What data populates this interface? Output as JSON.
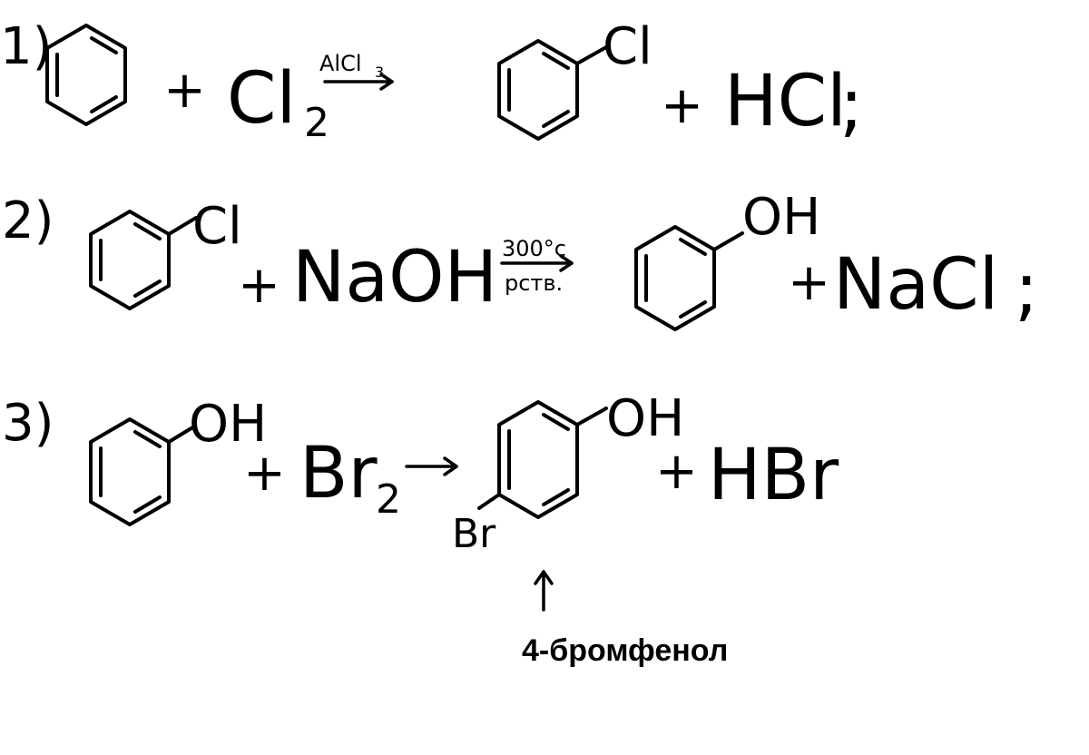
{
  "reaction1": {
    "number": "1)",
    "plus1": "+",
    "reagent": "Cl",
    "reagent_sub": "2",
    "catalyst": "AlCl",
    "catalyst_sub": "3",
    "product_sub": "Cl",
    "plus2": "+",
    "byproduct": "HCl",
    "end": ";"
  },
  "reaction2": {
    "number": "2)",
    "reactant_sub": "Cl",
    "plus1": "+",
    "reagent": "NaOH",
    "condition_top": "300°c",
    "condition_bottom": "рств.",
    "product_sub": "OH",
    "plus2": "+",
    "byproduct": "NaCl",
    "end": ";"
  },
  "reaction3": {
    "number": "3)",
    "reactant_sub": "OH",
    "plus1": "+",
    "reagent": "Br",
    "reagent_sub": "2",
    "product_sub_top": "OH",
    "product_sub_bottom": "Br",
    "plus2": "+",
    "byproduct": "HBr"
  },
  "annotation": {
    "label": "4-бромфенол"
  }
}
